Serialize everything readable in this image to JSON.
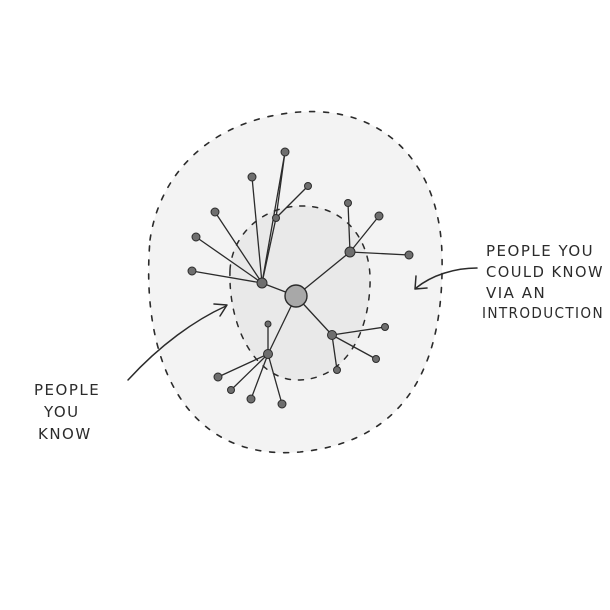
{
  "diagram": {
    "type": "network-sketch",
    "labels": {
      "inner": [
        "PEOPLE",
        "YOU",
        "KNOW"
      ],
      "outer": [
        "PEOPLE YOU",
        "COULD KNOW",
        "VIA AN",
        "INTRODUCTION"
      ]
    },
    "colors": {
      "ink": "#2b2b2b",
      "node": "#6e6e6e",
      "center_node": "#a8a8a8",
      "outer_fill": "#f3f3f3",
      "inner_fill": "#e9e9e9"
    }
  }
}
